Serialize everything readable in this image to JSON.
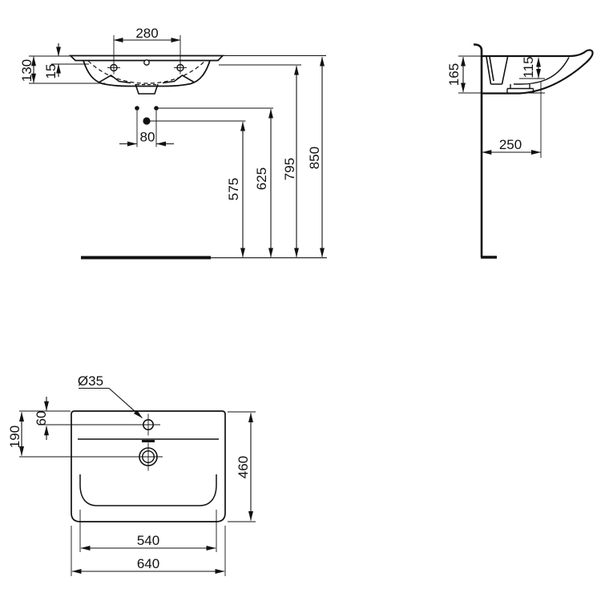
{
  "drawing": {
    "front_view": {
      "d280": "280",
      "d130": "130",
      "d15": "15",
      "d80": "80",
      "d575": "575",
      "d625": "625",
      "d795": "795",
      "d850": "850"
    },
    "side_view": {
      "d165": "165",
      "d115": "115",
      "d250": "250"
    },
    "top_view": {
      "d35": "Ø35",
      "d60": "60",
      "d190": "190",
      "d460": "460",
      "d540": "540",
      "d640": "640"
    }
  },
  "colors": {
    "ink": "#111111",
    "background": "#ffffff"
  }
}
